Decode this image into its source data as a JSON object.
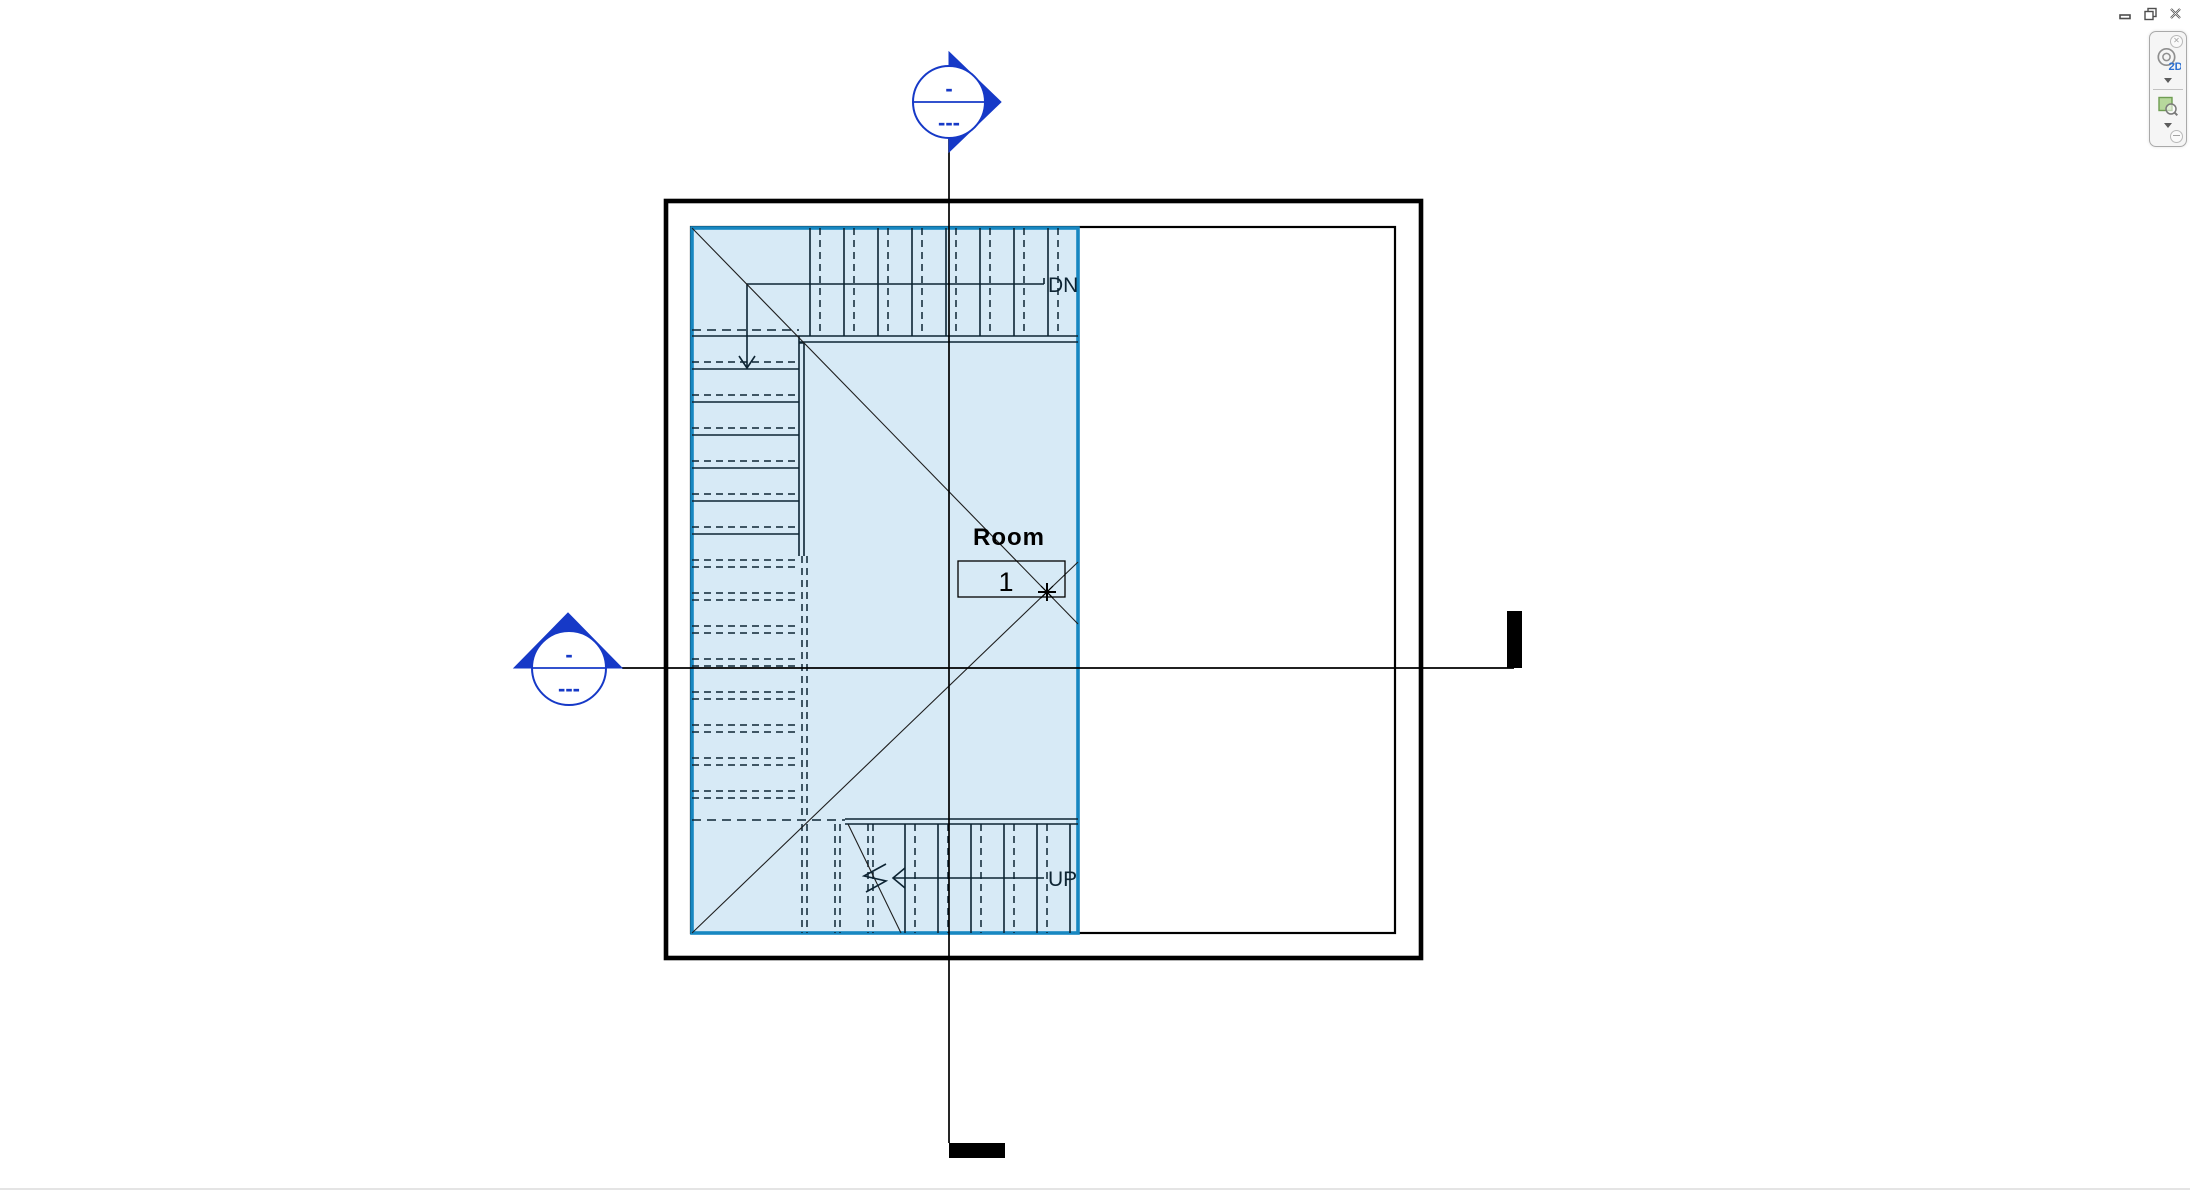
{
  "window_controls": {
    "minimize_icon": "minimize",
    "restore_icon": "restore-window",
    "close_icon": "close-window"
  },
  "navigation_bar": {
    "steering_wheel_label": "2D",
    "icons": {
      "close": "circle-x",
      "steering_wheel": "steering-wheel-2d",
      "wheel_menu": "chevron-down",
      "zoom_region": "zoom-region",
      "zoom_menu": "chevron-down",
      "collapse": "circle-minus"
    }
  },
  "plan": {
    "room": {
      "name": "Room",
      "number": "1"
    },
    "stairs": {
      "down_label": "DN",
      "up_label": "UP"
    },
    "sections": {
      "top": {
        "detail_number": "-",
        "sheet_number": "---"
      },
      "left": {
        "detail_number": "-",
        "sheet_number": "---"
      }
    },
    "colors": {
      "annotation_blue": "#1639c7",
      "selection_border": "#1787c1",
      "selection_fill": "#d7eaf6"
    }
  }
}
